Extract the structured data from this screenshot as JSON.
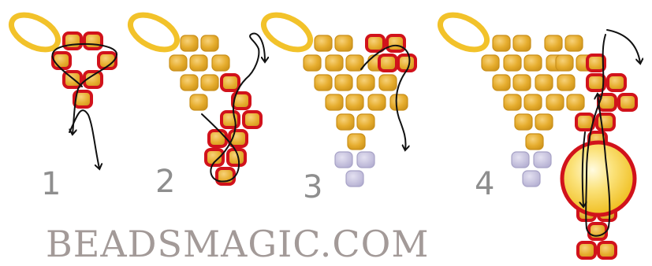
{
  "steps": [
    {
      "number": "1"
    },
    {
      "number": "2"
    },
    {
      "number": "3"
    },
    {
      "number": "4"
    }
  ],
  "watermark": "BEADSMAGIC.COM",
  "colors": {
    "ring": "#f2c22a",
    "ring_outline": "#e0b016",
    "bead_gold": "#e6ad2e",
    "bead_gold_light": "#f4c75a",
    "bead_gold_edge": "#c98f1a",
    "bead_red": "#d1121b",
    "bead_lilac": "#c7c3de",
    "bead_lilac_edge": "#a7a2c6",
    "pearl": "#f5cd2f",
    "pearl_light": "#fdf3b0",
    "thread": "#111111",
    "number_text": "#8e8e8e",
    "watermark_text": "#a39a98"
  }
}
